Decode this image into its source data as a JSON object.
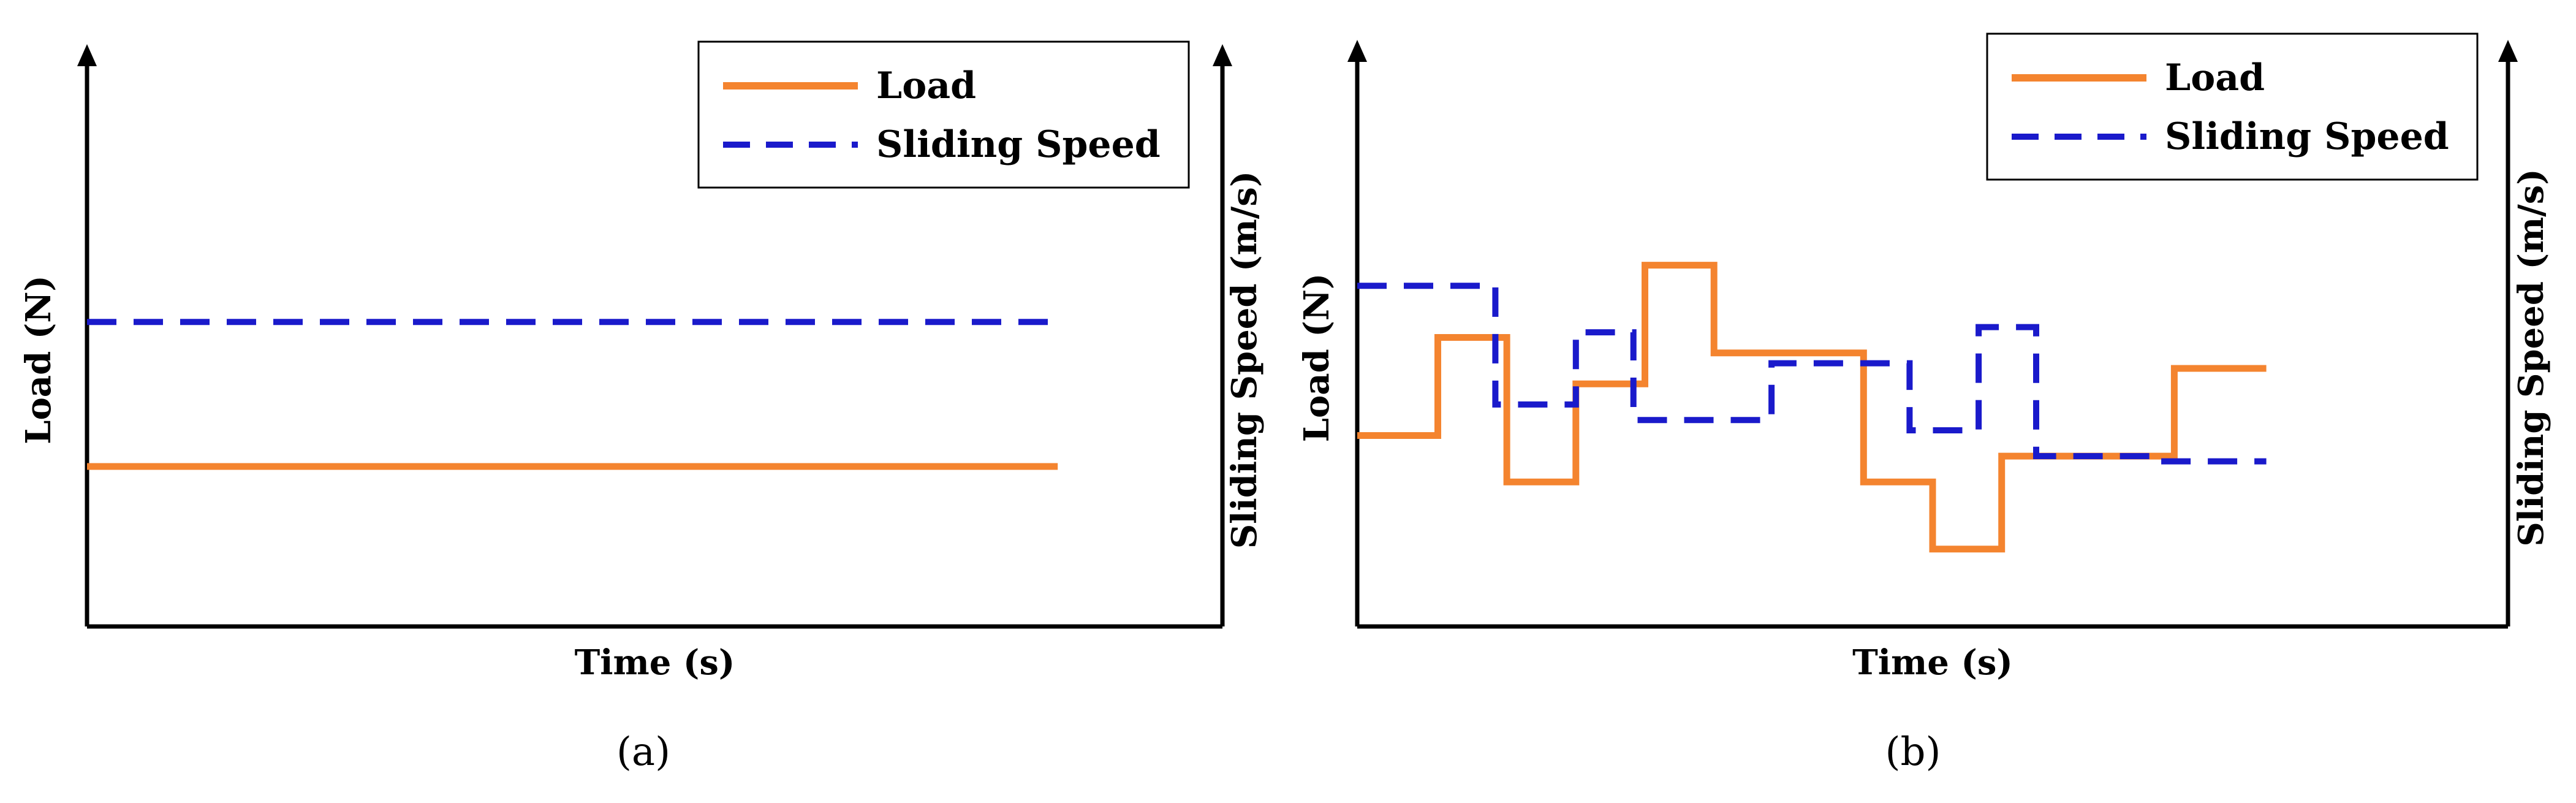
{
  "colors": {
    "load": "#F4842F",
    "speed": "#1A1ACB",
    "axis": "#000000"
  },
  "chart_data": [
    {
      "type": "line",
      "panel_label": "(a)",
      "xlabel": "Time (s)",
      "ylabel": "Load (N)",
      "y2label": "Sliding Speed (m/s)",
      "grid": false,
      "legend_position": "top-right",
      "xlim": [
        0,
        100
      ],
      "ylim": [
        0,
        100
      ],
      "series": [
        {
          "name": "Load",
          "style": "solid",
          "color": "#F4842F",
          "x": [
            0,
            89
          ],
          "y": [
            31,
            31
          ]
        },
        {
          "name": "Sliding Speed",
          "style": "dashed",
          "color": "#1A1ACB",
          "x": [
            0,
            89
          ],
          "y": [
            59,
            59
          ]
        }
      ]
    },
    {
      "type": "line",
      "panel_label": "(b)",
      "xlabel": "Time (s)",
      "ylabel": "Load (N)",
      "y2label": "Sliding Speed (m/s)",
      "grid": false,
      "legend_position": "top-right",
      "xlim": [
        0,
        100
      ],
      "ylim": [
        0,
        100
      ],
      "series": [
        {
          "name": "Load",
          "style": "solid",
          "color": "#F4842F",
          "x": [
            0,
            7,
            7,
            13,
            13,
            19,
            19,
            25,
            25,
            31,
            31,
            44,
            44,
            50,
            50,
            56,
            56,
            71,
            71,
            79
          ],
          "y": [
            37,
            37,
            56,
            56,
            28,
            28,
            47,
            47,
            70,
            70,
            53,
            53,
            28,
            28,
            15,
            15,
            33,
            33,
            50,
            50
          ]
        },
        {
          "name": "Sliding Speed",
          "style": "dashed",
          "color": "#1A1ACB",
          "x": [
            0,
            12,
            12,
            19,
            19,
            24,
            24,
            36,
            36,
            48,
            48,
            54,
            54,
            59,
            59,
            69,
            69,
            79
          ],
          "y": [
            66,
            66,
            43,
            43,
            57,
            57,
            40,
            40,
            51,
            51,
            38,
            38,
            58,
            58,
            33,
            33,
            32,
            32
          ]
        }
      ]
    }
  ]
}
